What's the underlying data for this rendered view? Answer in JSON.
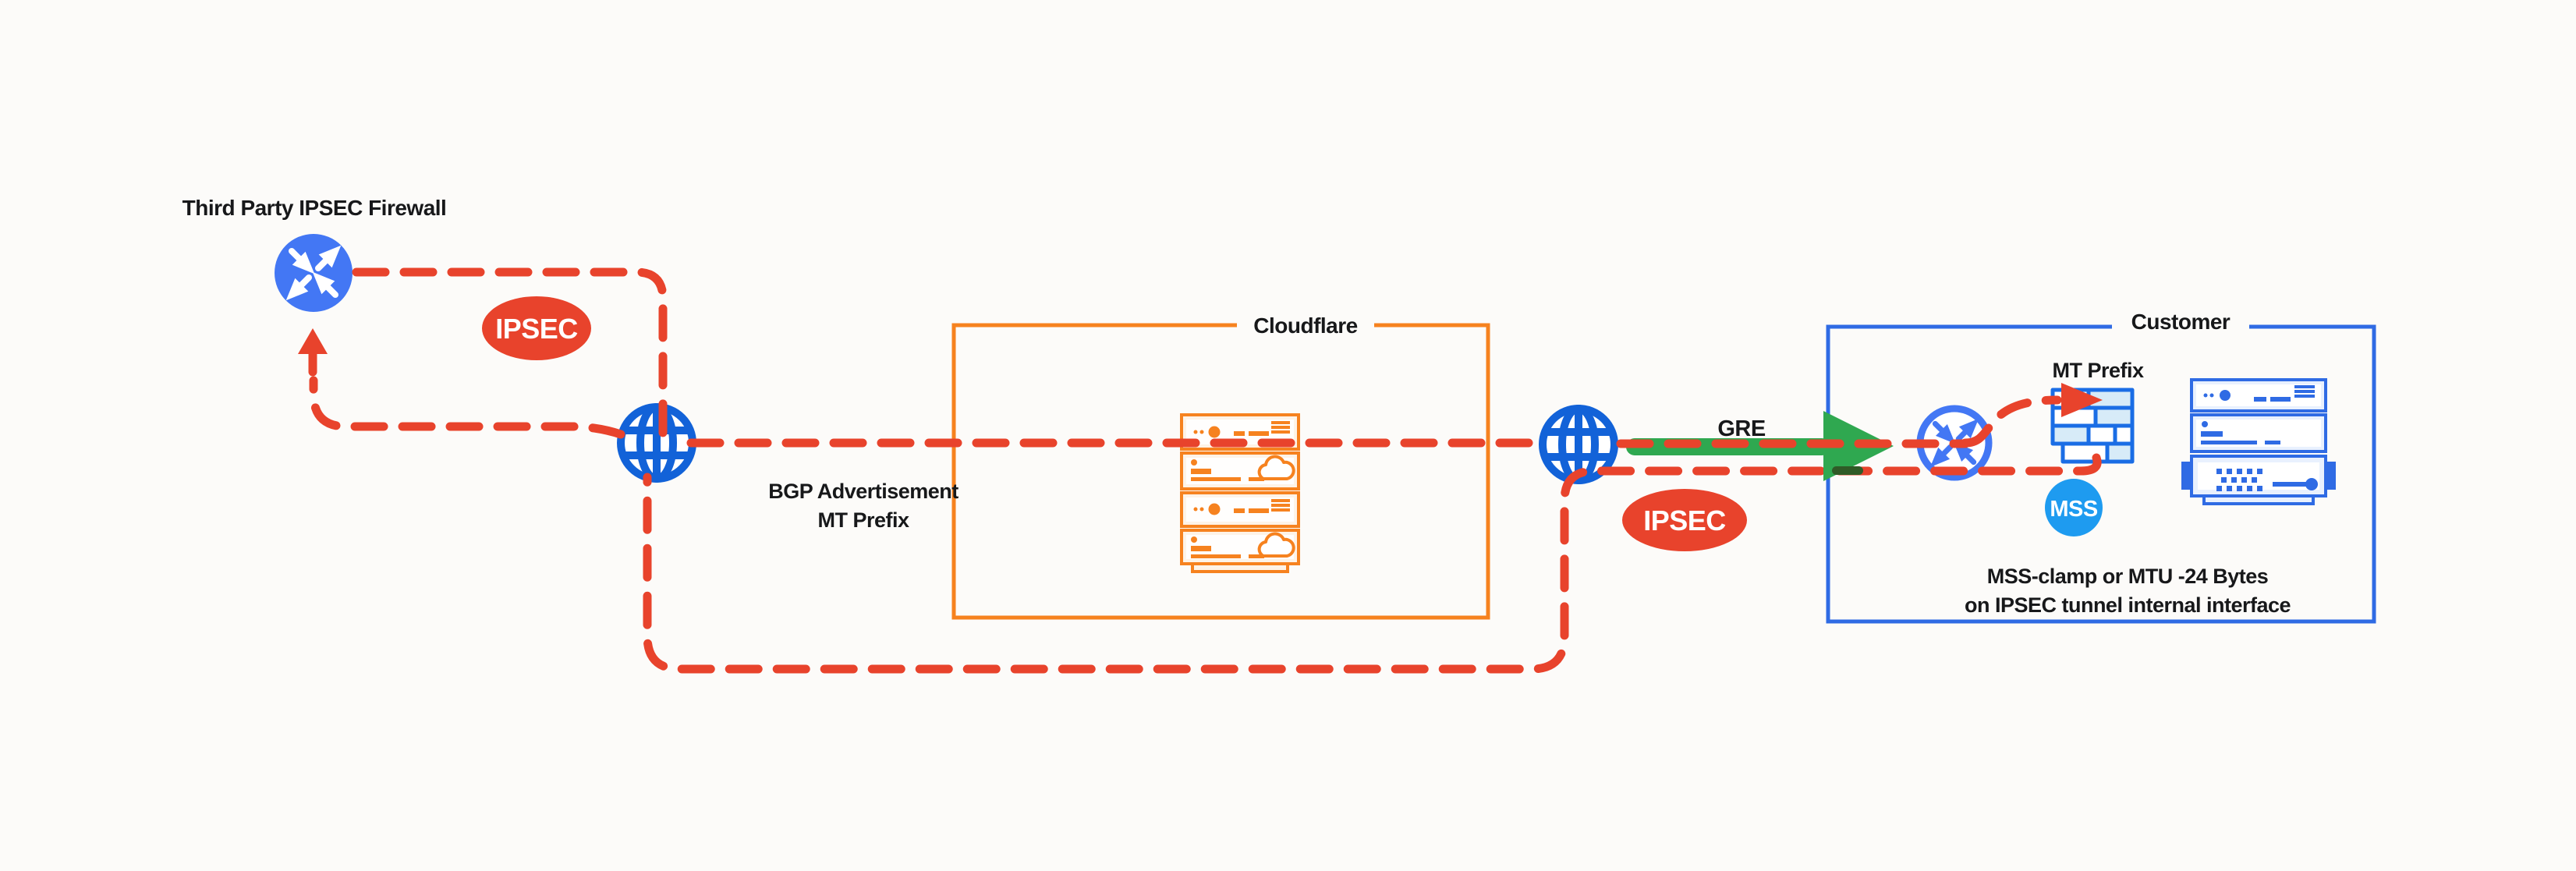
{
  "labels": {
    "third_party_firewall": "Third Party IPSEC Firewall",
    "cloudflare": "Cloudflare",
    "customer": "Customer",
    "gre": "GRE",
    "mt_prefix": "MT Prefix",
    "bgp_line1": "BGP Advertisement",
    "bgp_line2": "MT Prefix",
    "note_line1": "MSS-clamp or MTU -24 Bytes",
    "note_line2": "on IPSEC tunnel internal interface"
  },
  "badges": {
    "ipsec_left": "IPSEC",
    "ipsec_right": "IPSEC",
    "mss": "MSS"
  },
  "colors": {
    "tunnel_red": "#E8432C",
    "cloudflare_orange": "#F6821F",
    "router_blue": "#4377F4",
    "globe_blue": "#1262D8",
    "customer_blue": "#2F6BE4",
    "brick_blue": "#1A6DE5",
    "mss_blue": "#1E9BF0",
    "gre_green": "#2FA850",
    "text_dark": "#17181A",
    "background": "#FCFBF9"
  }
}
